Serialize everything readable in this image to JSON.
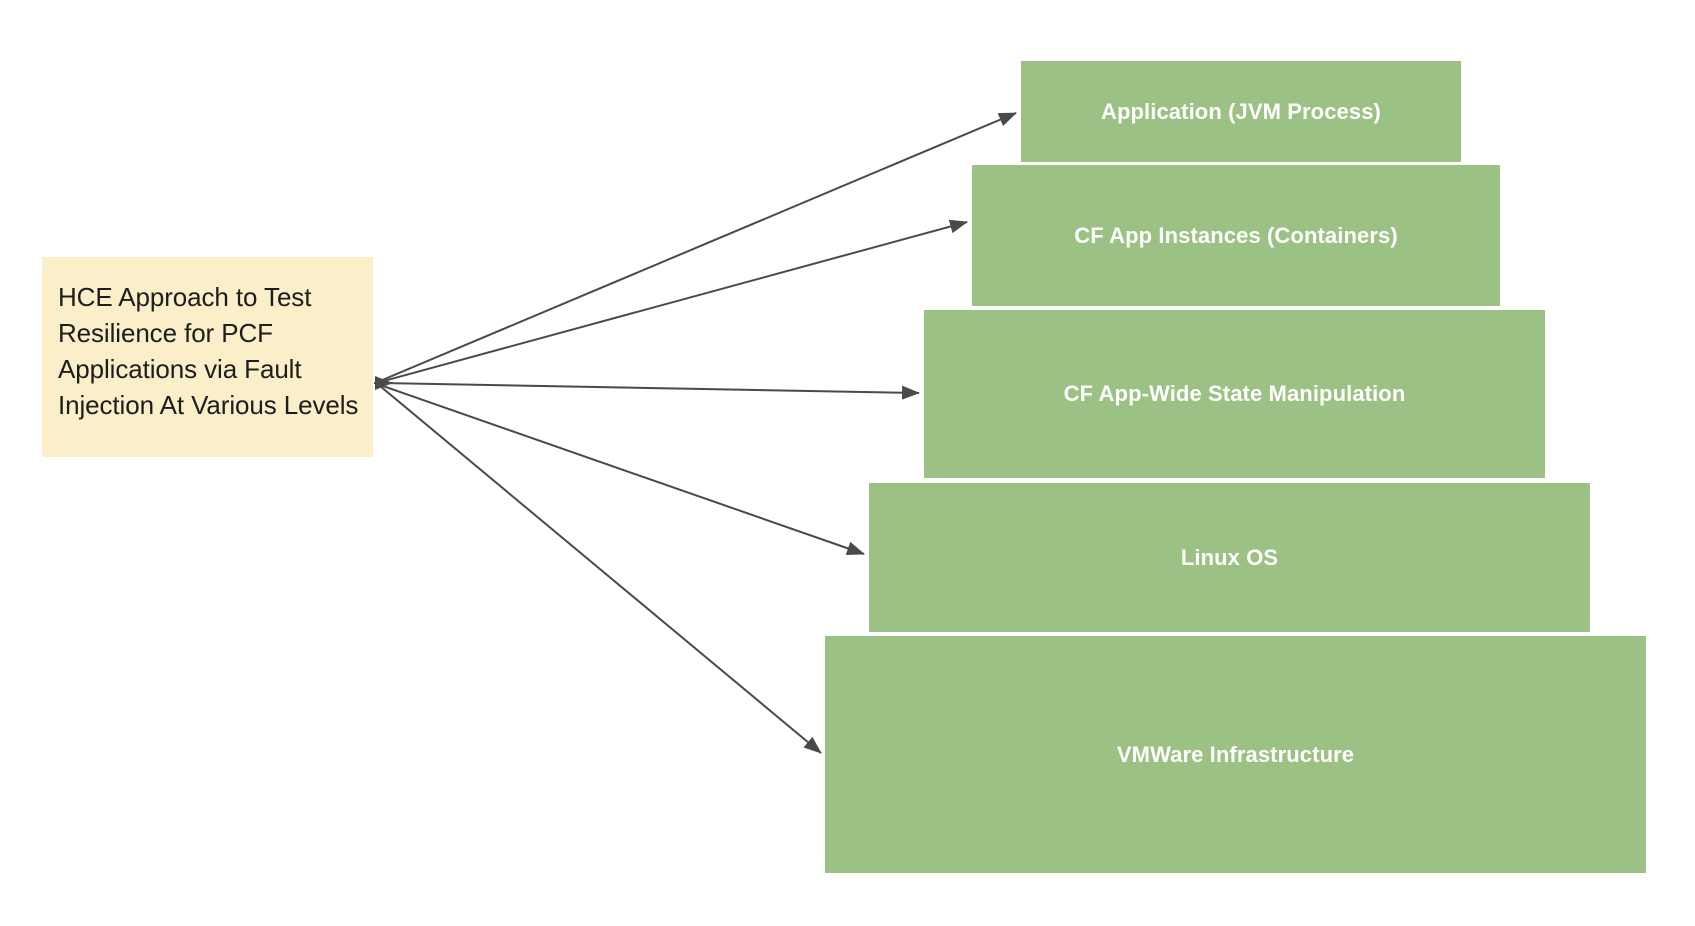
{
  "diagram": {
    "title": "HCE Approach to Test Resilience for PCF Applications",
    "source": {
      "label": "HCE Approach to Test Resilience for PCF Applications via Fault Injection At Various Levels",
      "fill_color": "#FAEFC9",
      "text_color": "#1D1D1D"
    },
    "layer_fill_color": "#9CC184",
    "layer_text_color": "#FFFFFF",
    "arrow_color": "#4A4A4A",
    "layers": [
      {
        "label": "Application (JVM Process)"
      },
      {
        "label": "CF App Instances (Containers)"
      },
      {
        "label": "CF App-Wide State Manipulation"
      },
      {
        "label": "Linux OS"
      },
      {
        "label": "VMWare Infrastructure"
      }
    ],
    "connections": [
      {
        "from": "source",
        "to": "Application (JVM Process)"
      },
      {
        "from": "source",
        "to": "CF App Instances (Containers)"
      },
      {
        "from": "source",
        "to": "CF App-Wide State Manipulation"
      },
      {
        "from": "source",
        "to": "Linux OS"
      },
      {
        "from": "source",
        "to": "VMWare Infrastructure"
      }
    ]
  }
}
